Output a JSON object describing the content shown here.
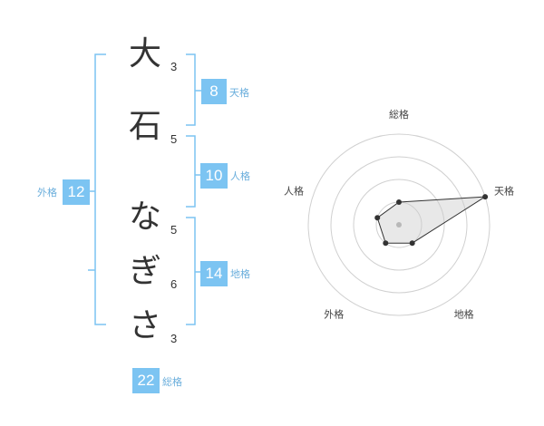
{
  "name": {
    "chars": [
      {
        "char": "大",
        "strokes": "3"
      },
      {
        "char": "石",
        "strokes": "5"
      },
      {
        "char": "な",
        "strokes": "5"
      },
      {
        "char": "ぎ",
        "strokes": "6"
      },
      {
        "char": "さ",
        "strokes": "3"
      }
    ]
  },
  "fortunes": {
    "tenkaku": {
      "value": "8",
      "label": "天格"
    },
    "jinkaku": {
      "value": "10",
      "label": "人格"
    },
    "chikaku": {
      "value": "14",
      "label": "地格"
    },
    "gaikaku": {
      "value": "12",
      "label": "外格"
    },
    "soukaku": {
      "value": "22",
      "label": "総格"
    }
  },
  "radar": {
    "axes": [
      "総格",
      "天格",
      "地格",
      "外格",
      "人格"
    ],
    "levels": 4,
    "max": 4,
    "values": [
      1,
      4,
      1,
      1,
      1
    ],
    "colors": {
      "grid": "#d0d0d0",
      "fill": "#cccccc",
      "stroke": "#333333",
      "point": "#333333",
      "center": "#b8b8b8"
    }
  },
  "colors": {
    "accent": "#7cc4f2"
  }
}
